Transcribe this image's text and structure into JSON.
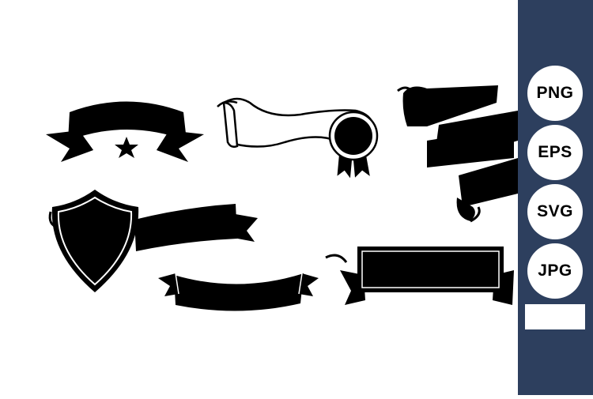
{
  "colors": {
    "sidebar": "#2d3f5e",
    "background": "#ffffff",
    "artwork": "#000000"
  },
  "artwork": {
    "items": [
      {
        "name": "banner-with-star-icon"
      },
      {
        "name": "scroll-with-award-seal-icon"
      },
      {
        "name": "twisted-ribbon-icon"
      },
      {
        "name": "shield-with-ribbon-icon"
      },
      {
        "name": "curved-ribbon-banner-icon"
      },
      {
        "name": "flat-plaque-ribbon-icon"
      }
    ]
  },
  "formats": [
    {
      "label": "PNG"
    },
    {
      "label": "EPS"
    },
    {
      "label": "SVG"
    },
    {
      "label": "JPG"
    }
  ]
}
